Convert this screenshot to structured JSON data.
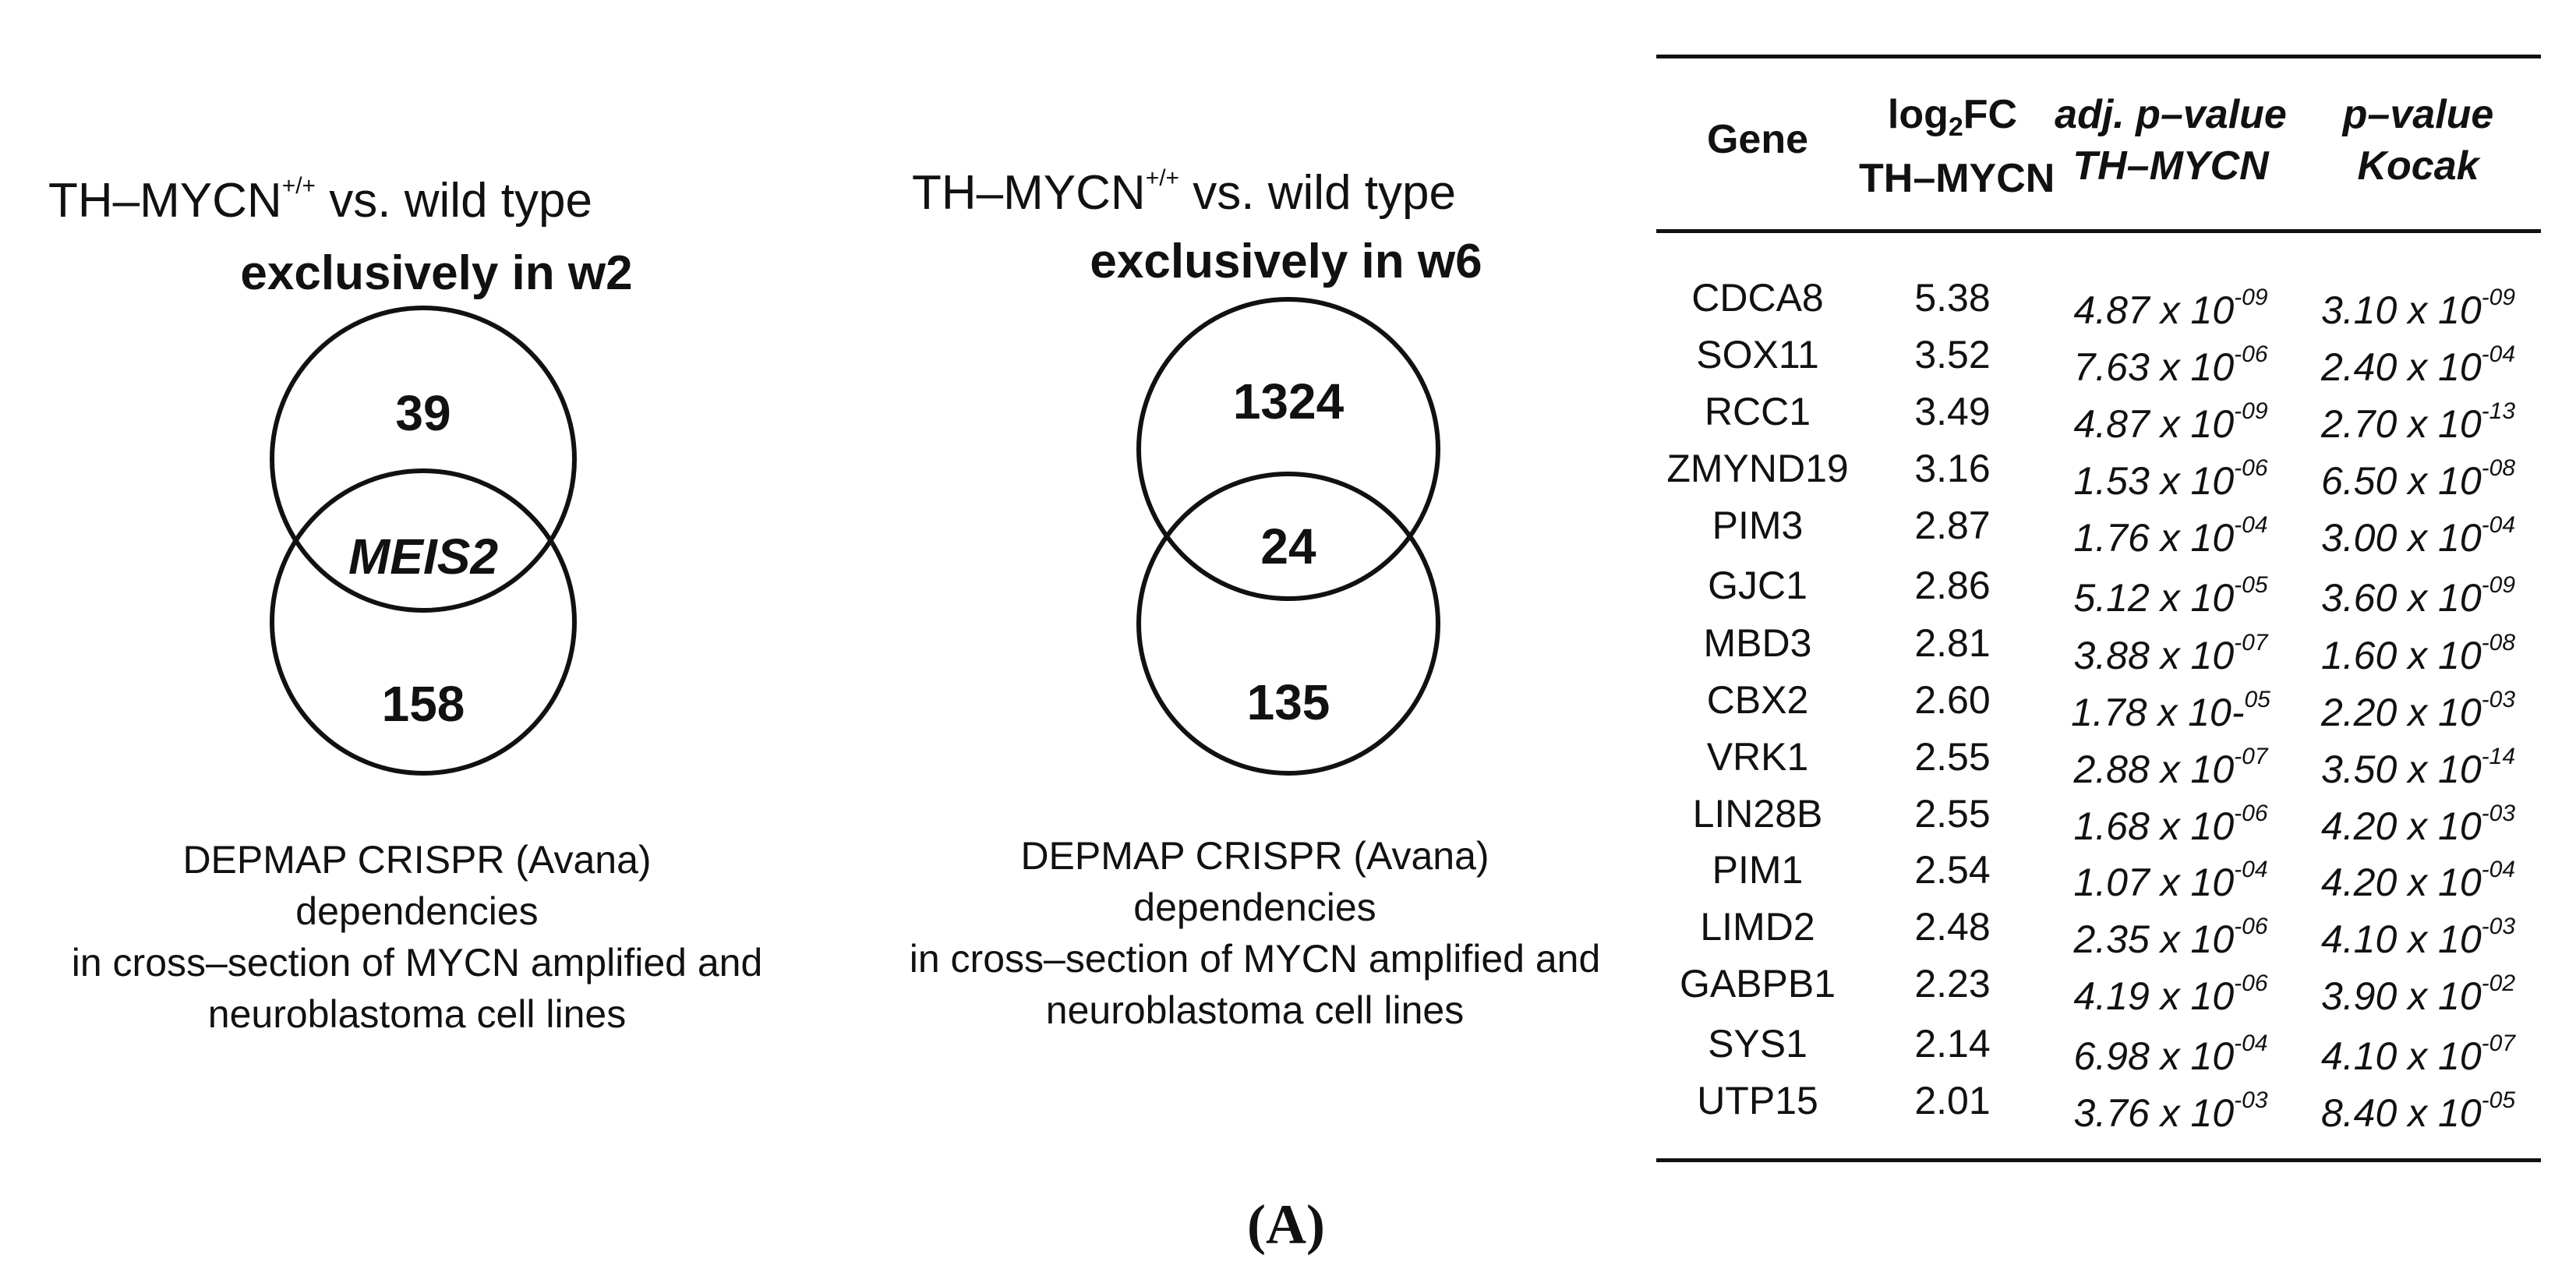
{
  "panel_label": "(A)",
  "venn_left": {
    "title_prefix": "TH–MYCN",
    "title_sup": "+/+",
    "title_suffix": " vs. wild type",
    "subtitle": "exclusively in w2",
    "top_count": "39",
    "overlap": "MEIS2",
    "bottom_count": "158",
    "caption": [
      "DEPMAP CRISPR (Avana)",
      "dependencies",
      "in cross–section of MYCN amplified and",
      "neuroblastoma cell lines"
    ]
  },
  "venn_right": {
    "title_prefix": "TH–MYCN",
    "title_sup": "+/+",
    "title_suffix": " vs. wild type",
    "subtitle": "exclusively in w6",
    "top_count": "1324",
    "overlap": "24",
    "bottom_count": "135",
    "caption": [
      "DEPMAP CRISPR (Avana)",
      "dependencies",
      "in cross–section of MYCN amplified and",
      "neuroblastoma cell lines"
    ]
  },
  "table": {
    "headers": {
      "gene": "Gene",
      "fc_line1_base": "log",
      "fc_line1_sub": "2",
      "fc_line1_tail": "FC",
      "fc_line2": "TH–MYCN",
      "adj_line1": "adj. p–value",
      "adj_line2": "TH–MYCN",
      "kocak_line1": "p–value",
      "kocak_line2": "Kocak"
    },
    "rows": [
      {
        "gene": "CDCA8",
        "fc": "5.38",
        "adj_m": "4.87 x 10",
        "adj_e": "-09",
        "kocak_m": "3.10 x 10",
        "kocak_e": "-09"
      },
      {
        "gene": "SOX11",
        "fc": "3.52",
        "adj_m": "7.63 x 10",
        "adj_e": "-06",
        "kocak_m": "2.40 x 10",
        "kocak_e": "-04"
      },
      {
        "gene": "RCC1",
        "fc": "3.49",
        "adj_m": "4.87 x 10",
        "adj_e": "-09",
        "kocak_m": "2.70 x 10",
        "kocak_e": "-13"
      },
      {
        "gene": "ZMYND19",
        "fc": "3.16",
        "adj_m": "1.53 x 10",
        "adj_e": "-06",
        "kocak_m": "6.50 x 10",
        "kocak_e": "-08"
      },
      {
        "gene": "PIM3",
        "fc": "2.87",
        "adj_m": "1.76 x 10",
        "adj_e": "-04",
        "kocak_m": "3.00 x 10",
        "kocak_e": "-04"
      },
      {
        "gene": "GJC1",
        "fc": "2.86",
        "adj_m": "5.12 x 10",
        "adj_e": "-05",
        "kocak_m": "3.60 x 10",
        "kocak_e": "-09"
      },
      {
        "gene": "MBD3",
        "fc": "2.81",
        "adj_m": "3.88 x 10",
        "adj_e": "-07",
        "kocak_m": "1.60 x 10",
        "kocak_e": "-08"
      },
      {
        "gene": "CBX2",
        "fc": "2.60",
        "adj_m": "1.78 x 10-",
        "adj_e": "05",
        "kocak_m": "2.20 x 10",
        "kocak_e": "-03"
      },
      {
        "gene": "VRK1",
        "fc": "2.55",
        "adj_m": "2.88 x 10",
        "adj_e": "-07",
        "kocak_m": "3.50 x 10",
        "kocak_e": "-14"
      },
      {
        "gene": "LIN28B",
        "fc": "2.55",
        "adj_m": "1.68 x 10",
        "adj_e": "-06",
        "kocak_m": "4.20 x 10",
        "kocak_e": "-03"
      },
      {
        "gene": "PIM1",
        "fc": "2.54",
        "adj_m": "1.07 x 10",
        "adj_e": "-04",
        "kocak_m": "4.20 x 10",
        "kocak_e": "-04"
      },
      {
        "gene": "LIMD2",
        "fc": "2.48",
        "adj_m": "2.35 x 10",
        "adj_e": "-06",
        "kocak_m": "4.10 x 10",
        "kocak_e": "-03"
      },
      {
        "gene": "GABPB1",
        "fc": "2.23",
        "adj_m": "4.19 x 10",
        "adj_e": "-06",
        "kocak_m": "3.90 x 10",
        "kocak_e": "-02"
      },
      {
        "gene": "SYS1",
        "fc": "2.14",
        "adj_m": "6.98 x 10",
        "adj_e": "-04",
        "kocak_m": "4.10 x 10",
        "kocak_e": "-07"
      },
      {
        "gene": "UTP15",
        "fc": "2.01",
        "adj_m": "3.76 x 10",
        "adj_e": "-03",
        "kocak_m": "8.40 x 10",
        "kocak_e": "-05"
      }
    ]
  }
}
